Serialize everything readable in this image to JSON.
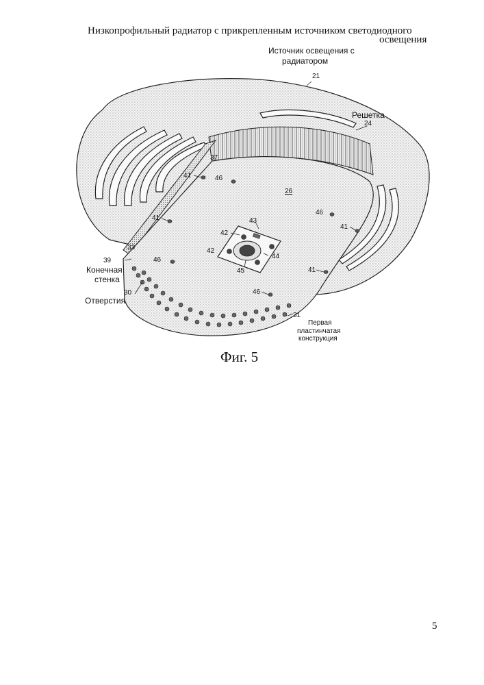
{
  "header": {
    "line1": "Низкопрофильный радиатор с прикрепленным источником светодиодного",
    "line2": "освещения"
  },
  "figure": {
    "labels": {
      "source_line1": "Источник освещения с",
      "source_line2": "радиатором",
      "ref_21": "21",
      "grille": "Решетка",
      "ref_24": "24",
      "ref_26": "26",
      "ref_37": "37",
      "ref_41a": "41",
      "ref_41b": "41",
      "ref_41c": "41",
      "ref_41d": "41",
      "ref_46a": "46",
      "ref_46b": "46",
      "ref_46c": "46",
      "ref_46d": "46",
      "ref_42a": "42",
      "ref_42b": "42",
      "ref_43": "43",
      "ref_44": "44",
      "ref_45": "45",
      "ref_33": "33",
      "ref_39": "39",
      "end_wall_1": "Конечная",
      "end_wall_2": "стенка",
      "ref_30": "30",
      "openings": "Отверстия",
      "ref_31": "31",
      "first_plate_1": "Первая",
      "first_plate_2": "пластинчатая",
      "first_plate_3": "конструкция"
    }
  },
  "caption": "Фиг. 5",
  "page_number": "5"
}
